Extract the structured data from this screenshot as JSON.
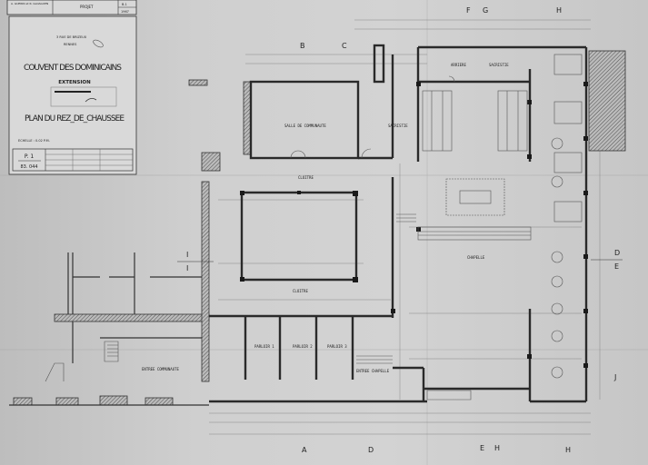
{
  "title_block": {
    "architect": "A. GUERIN et R. GLOAGUEN",
    "project_label": "PROJET",
    "sheet_code": "B.1",
    "year": "1967",
    "address_line1": "3 RUE DE BRIZEUX",
    "address_line2": "RENNES",
    "title": "COUVENT DES DOMINICAINS",
    "subtitle": "EXTENSION",
    "drawing_name": "PLAN DU REZ_DE_CHAUSSEE",
    "scale": "ECHELLE : 0.02 P.M.",
    "plan_number": "P. 1",
    "reference": "83. 044"
  },
  "rooms": {
    "salle_communaute": "SALLE DE COMMUNAUTE",
    "sacristie": "SACRISTIE",
    "arriere": "ARRIERE",
    "sacristie2": "SACRISTIE",
    "cloitre_top": "CLOITRE",
    "cloitre_bottom": "CLOITRE",
    "chapelle": "CHAPELLE",
    "parloir1": "PARLOIR 1",
    "parloir2": "PARLOIR 2",
    "parloir3": "PARLOIR 3",
    "entree_communaute": "ENTREE COMMUNAUTE",
    "entree_chapelle": "ENTREE CHAPELLE"
  },
  "section_markers": {
    "top": [
      "B",
      "C",
      "F",
      "G",
      "H"
    ],
    "left": [
      "I",
      "I"
    ],
    "right": [
      "D",
      "E",
      "J"
    ],
    "bottom": [
      "A",
      "D",
      "E",
      "H",
      "H"
    ]
  }
}
